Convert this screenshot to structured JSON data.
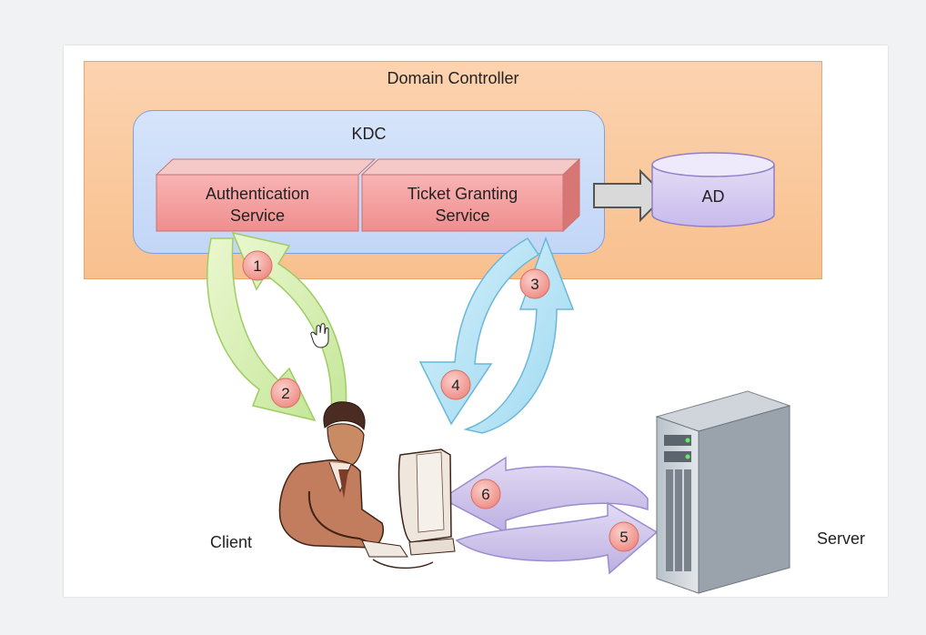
{
  "diagram": {
    "domain_controller_label": "Domain Controller",
    "kdc_label": "KDC",
    "auth_service_line1": "Authentication",
    "auth_service_line2": "Service",
    "tgs_line1": "Ticket Granting",
    "tgs_line2": "Service",
    "ad_label": "AD",
    "client_label": "Client",
    "server_label": "Server",
    "steps": [
      "1",
      "2",
      "3",
      "4",
      "5",
      "6"
    ]
  }
}
